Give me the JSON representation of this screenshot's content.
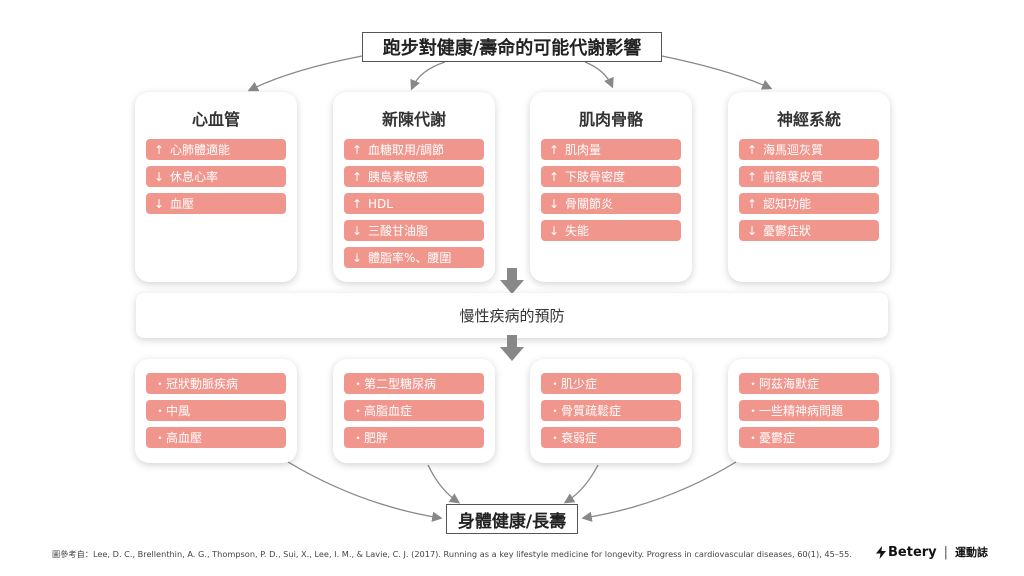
{
  "title": "跑步對健康/壽命的可能代謝影響",
  "bottom_title": "身體健康/長壽",
  "middle": "慢性疾病的預防",
  "categories": [
    {
      "name": "心血管",
      "effects": [
        {
          "arrow": "↑",
          "text": "心肺體適能"
        },
        {
          "arrow": "↓",
          "text": "休息心率"
        },
        {
          "arrow": "↓",
          "text": "血壓"
        }
      ],
      "diseases": [
        "・冠狀動脈疾病",
        "・中風",
        "・高血壓"
      ]
    },
    {
      "name": "新陳代謝",
      "effects": [
        {
          "arrow": "↑",
          "text": "血糖取用/調節"
        },
        {
          "arrow": "↑",
          "text": "胰島素敏感"
        },
        {
          "arrow": "↑",
          "text": "HDL"
        },
        {
          "arrow": "↓",
          "text": "三酸甘油脂"
        },
        {
          "arrow": "↓",
          "text": "體脂率%、腰圍"
        }
      ],
      "diseases": [
        "・第二型糖尿病",
        "・高脂血症",
        "・肥胖"
      ]
    },
    {
      "name": "肌肉骨骼",
      "effects": [
        {
          "arrow": "↑",
          "text": "肌肉量"
        },
        {
          "arrow": "↑",
          "text": "下肢骨密度"
        },
        {
          "arrow": "↓",
          "text": "骨關節炎"
        },
        {
          "arrow": "↓",
          "text": "失能"
        }
      ],
      "diseases": [
        "・肌少症",
        "・骨質疏鬆症",
        "・衰弱症"
      ]
    },
    {
      "name": "神經系統",
      "effects": [
        {
          "arrow": "↑",
          "text": "海馬迴灰質"
        },
        {
          "arrow": "↑",
          "text": "前額葉皮質"
        },
        {
          "arrow": "↑",
          "text": "認知功能"
        },
        {
          "arrow": "↓",
          "text": "憂鬱症狀"
        }
      ],
      "diseases": [
        "・阿茲海默症",
        "・一些精神病問題",
        "・憂鬱症"
      ]
    }
  ],
  "footer": {
    "reference": "圖參考自：Lee, D. C., Brellenthin, A. G., Thompson, P. D., Sui, X., Lee, I. M., & Lavie, C. J. (2017). Running as a key lifestyle medicine for longevity. Progress in cardiovascular diseases, 60(1), 45–55.",
    "brand": "Betery",
    "brand_sub": "運動誌"
  },
  "colors": {
    "item_fill": "#f0968d",
    "arrow_gray": "#888888"
  }
}
